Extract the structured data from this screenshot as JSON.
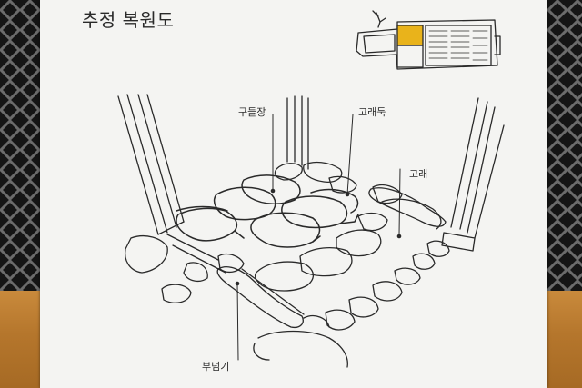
{
  "title": "추정 복원도",
  "labels": {
    "gudeuljang": "구들장",
    "goraetuk": "고래둑",
    "gorae": "고래",
    "buneomgi": "부넘기"
  },
  "colors": {
    "board": "#f4f4f2",
    "line": "#2a2a2a",
    "highlight": "#e9b31b",
    "wood": "#b5762c",
    "frame": "#1c1c1c"
  }
}
